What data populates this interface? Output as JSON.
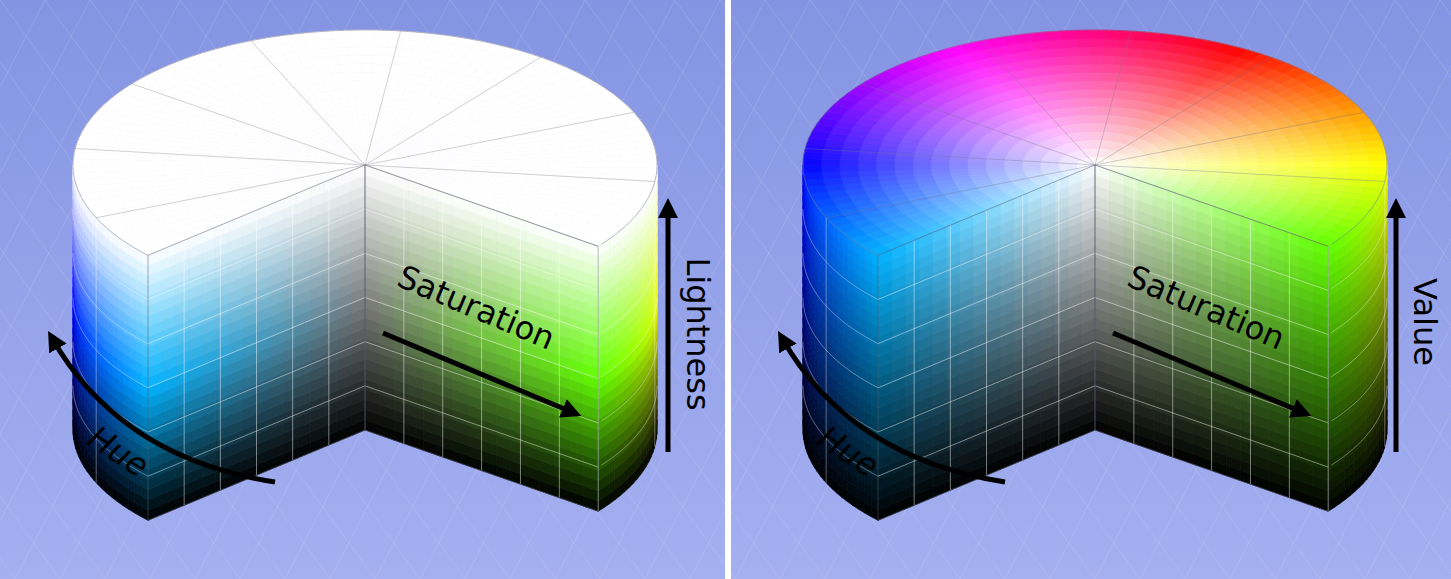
{
  "diagram": {
    "labels": [
      "Hue",
      "Saturation",
      "Lightness",
      "Hue",
      "Saturation",
      "Value"
    ]
  }
}
